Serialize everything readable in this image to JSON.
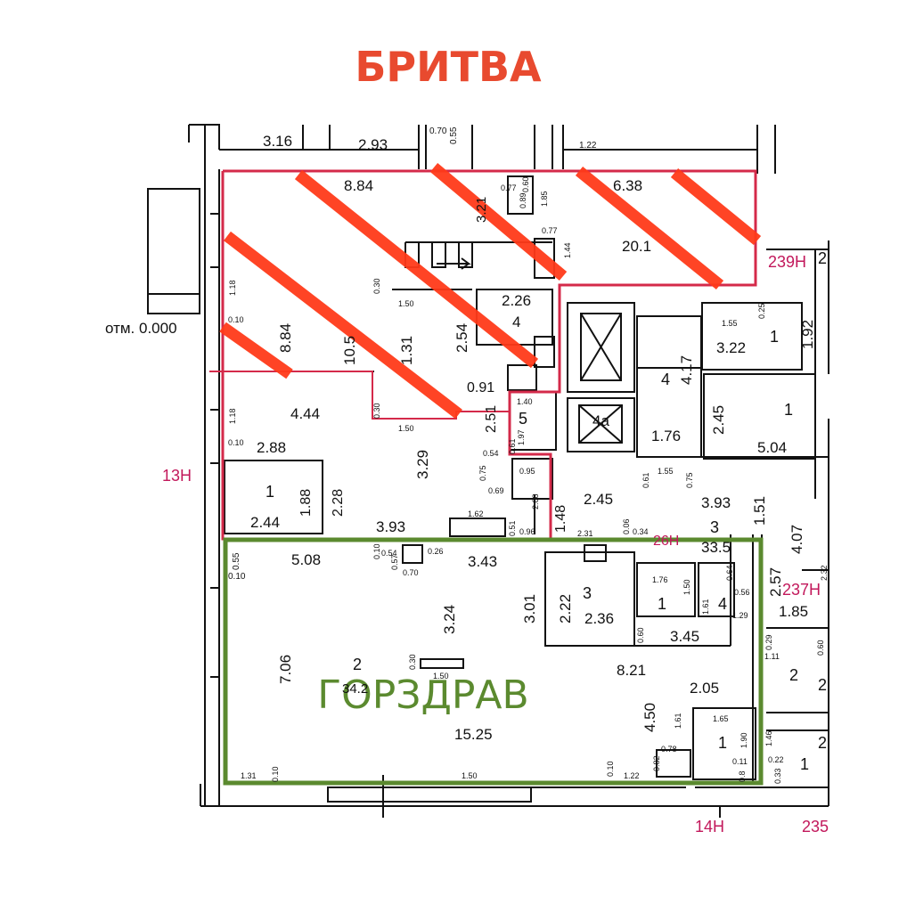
{
  "titles": {
    "top": "БРИТВА",
    "zone": "ГОРЗДРАВ"
  },
  "colors": {
    "top_title": "#e84a2f",
    "zone_title": "#5b8a2f",
    "zone_outline": "#5b8a2f",
    "crossed_outline": "#d42a4a",
    "hatch": "#ff3a1a",
    "walls": "#111111",
    "unit_labels": "#c2185b"
  },
  "elevation_label": "отм. 0.000",
  "unit_labels": {
    "u13": "13Н",
    "u14": "14Н",
    "u26": "26Н",
    "u237": "237Н",
    "u239": "239Н",
    "u235": "235"
  },
  "labels": {
    "a": "3.16",
    "b": "2.93",
    "c": "0.70",
    "d": "0.55",
    "e": "1.22",
    "f": "8.84",
    "g": "6.38",
    "h": "20.1",
    "i": "3.21",
    "j": "0.77",
    "k": "1.85",
    "l": "0.77",
    "m": "1.44",
    "n": "0.89",
    "o": "0.60",
    "p": "8.84",
    "q": "10.5",
    "r": "1.31",
    "s": "2.26",
    "t": "4",
    "u": "2.54",
    "v": "0.91",
    "w": "0.30",
    "x": "1.50",
    "y": "1.18",
    "z": "0.10",
    "aa": "4.44",
    "ab": "0.30",
    "ac": "1.50",
    "ad": "2.51",
    "ae": "5",
    "af": "1.40",
    "ag": "1.97",
    "ah": "3.29",
    "ai": "2.88",
    "aj": "1.18",
    "ak": "0.10",
    "al": "1",
    "am": "1.88",
    "an": "2.28",
    "ao": "2.44",
    "ap": "3.93",
    "aq": "0.54",
    "ar": "0.61",
    "as": "0.95",
    "at": "0.75",
    "au": "0.69",
    "av": "2.08",
    "aw": "1.48",
    "ax": "1.62",
    "ay": "0.51",
    "az": "0.96",
    "ba": "4.17",
    "bb": "4",
    "bc": "4а",
    "bd": "1.76",
    "be": "2.45",
    "bf": "1.55",
    "bg": "0.61",
    "bh": "0.75",
    "bi": "3.22",
    "bj": "1",
    "bk": "1.92",
    "bl": "1.55",
    "bm": "0.25",
    "bn": "2.45",
    "bo": "1",
    "bp": "5.04",
    "bq": "3.93",
    "br": "3",
    "bs": "33.5",
    "bt": "1.51",
    "bu": "4.07",
    "bv": "2.31",
    "bw": "0.06",
    "bx": "0.34",
    "by": "5.08",
    "bz": "0.54",
    "ca": "0.26",
    "cb": "0.70",
    "cc": "0.57",
    "cd": "0.10",
    "ce": "3.43",
    "cf": "0.55",
    "cg": "0.10",
    "ch": "3.24",
    "ci": "3.01",
    "cj": "2.22",
    "ck": "3",
    "cl": "2.36",
    "cm": "0.60",
    "cn": "3.45",
    "co": "1.76",
    "cp": "1",
    "cq": "1.50",
    "cr": "1.61",
    "cs": "4",
    "ct": "0.64",
    "cu": "0.56",
    "cv": "1.29",
    "cw": "2.57",
    "cx": "2.32",
    "cy": "1.85",
    "cz": "0.29",
    "da": "0.60",
    "db": "7.06",
    "dc": "2",
    "dd": "34.2",
    "de": "0.30",
    "df": "1.50",
    "dg": "8.21",
    "dh": "4.50",
    "di": "2.05",
    "dj": "15.25",
    "dk": "1.61",
    "dl": "1.65",
    "dm": "1.90",
    "dn": "1",
    "do": "1.46",
    "dp": "0.78",
    "dq": "0.82",
    "dr": "0.11",
    "ds": "0.22",
    "dt": "0.33",
    "du": "1",
    "dv": "2",
    "dw": "2",
    "dx": "1.31",
    "dy": "0.10",
    "dz": "1.50",
    "ea": "0.10",
    "eb": "1.22",
    "ec": "0.8",
    "ed": "1.11",
    "ee": "2",
    "ef": "2"
  }
}
